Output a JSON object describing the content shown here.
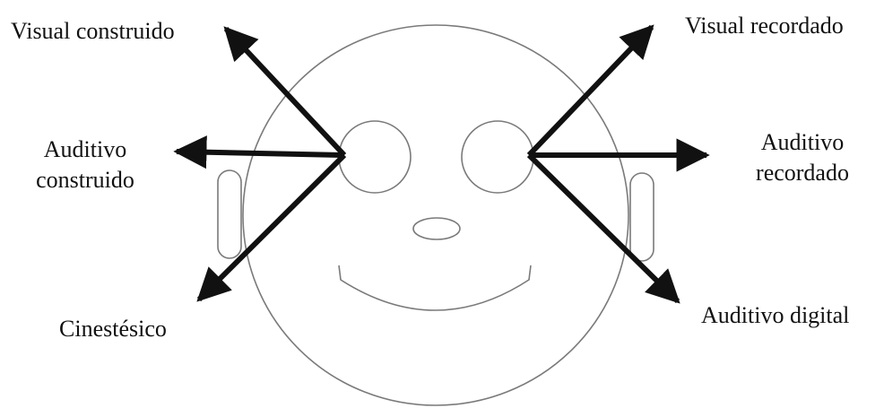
{
  "labels": {
    "visual_construido": "Visual construido",
    "auditivo_construido": [
      "Auditivo",
      "construido"
    ],
    "cinestesico": "Cinestésico",
    "visual_recordado": "Visual recordado",
    "auditivo_recordado": [
      "Auditivo",
      "recordado"
    ],
    "auditivo_digital": "Auditivo digital"
  },
  "colors": {
    "arrow": "#111111",
    "outline": "#7a7a7a",
    "background": "#ffffff"
  }
}
